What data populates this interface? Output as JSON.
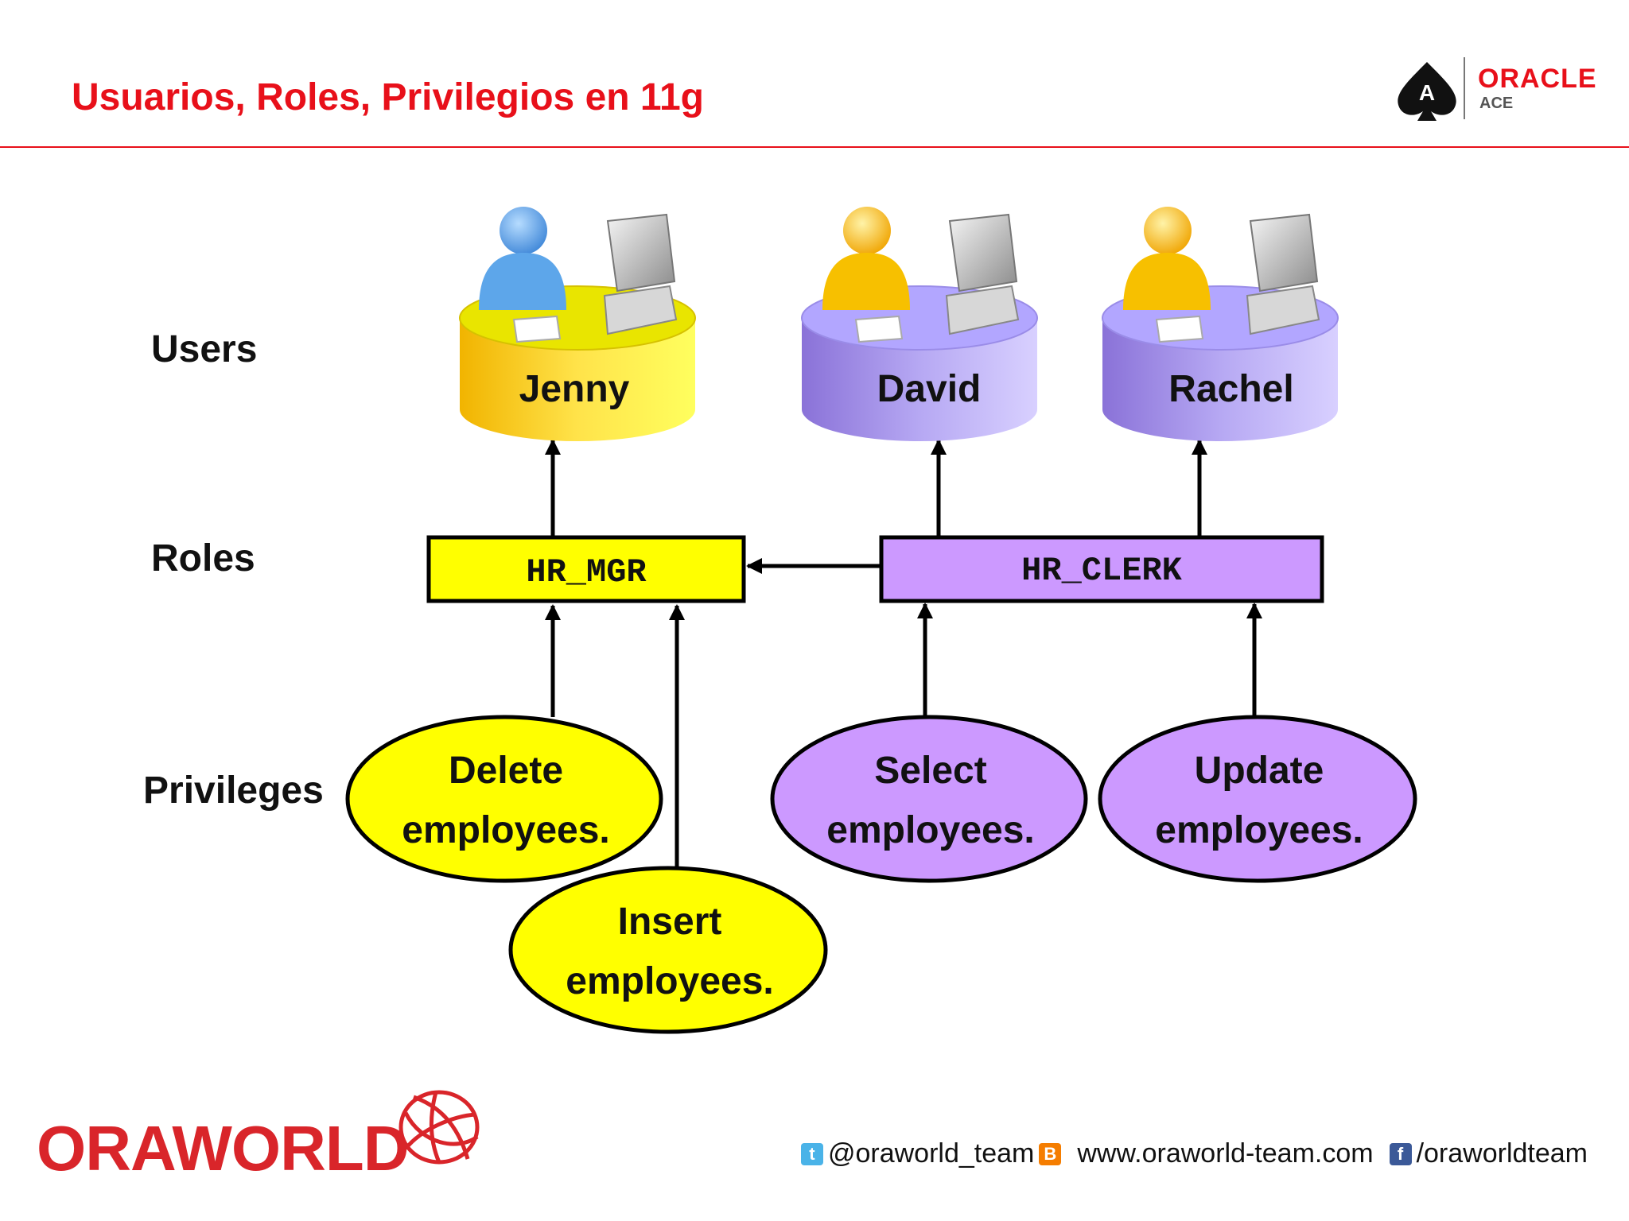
{
  "slide": {
    "title": "Usuarios, Roles, Privilegios en 11g"
  },
  "oracle_ace_logo": {
    "brand": "ORACLE",
    "sub": "ACE",
    "badge_letter": "A",
    "color": "#e8101a"
  },
  "diagram": {
    "row_labels": {
      "users": "Users",
      "roles": "Roles",
      "privileges": "Privileges"
    },
    "users": [
      {
        "name": "Jenny",
        "color": "#f5c800"
      },
      {
        "name": "David",
        "color": "#9f8fe8"
      },
      {
        "name": "Rachel",
        "color": "#9f8fe8"
      }
    ],
    "roles": [
      {
        "name": "HR_MGR",
        "color": "#ffff00"
      },
      {
        "name": "HR_CLERK",
        "color": "#cc99ff"
      }
    ],
    "privileges": [
      {
        "line1": "Delete",
        "line2": "employees.",
        "color": "#ffff00"
      },
      {
        "line1": "Insert",
        "line2": "employees.",
        "color": "#ffff00"
      },
      {
        "line1": "Select",
        "line2": "employees.",
        "color": "#cc99ff"
      },
      {
        "line1": "Update",
        "line2": "employees.",
        "color": "#cc99ff"
      }
    ],
    "edges": [
      [
        "Delete employees.",
        "HR_MGR"
      ],
      [
        "Insert employees.",
        "HR_MGR"
      ],
      [
        "Select employees.",
        "HR_CLERK"
      ],
      [
        "Update employees.",
        "HR_CLERK"
      ],
      [
        "HR_CLERK",
        "HR_MGR"
      ],
      [
        "HR_MGR",
        "Jenny"
      ],
      [
        "HR_CLERK",
        "David"
      ],
      [
        "HR_CLERK",
        "Rachel"
      ]
    ]
  },
  "footer": {
    "logo_text": "ORAWORLD",
    "logo_color": "#d9252a",
    "twitter": "@oraworld_team",
    "website": "www.oraworld-team.com",
    "facebook": "/oraworldteam",
    "icons": [
      "twitter-icon",
      "blogger-icon",
      "facebook-icon"
    ]
  }
}
